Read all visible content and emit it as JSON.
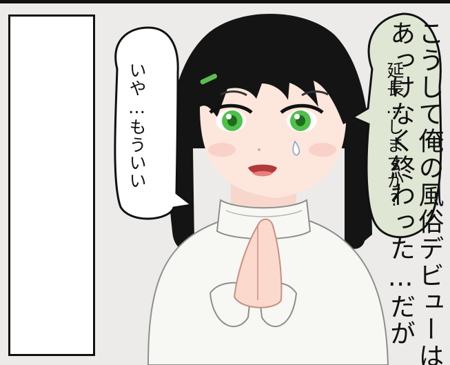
{
  "narration": {
    "text": "こうして俺の風俗デビューは\nあっけなく終わった…だが…"
  },
  "speech_left": {
    "text": "いや…もういい"
  },
  "speech_right": {
    "text": "延長…しますか?"
  },
  "colors": {
    "panel_bg": "#ecebea",
    "speech_right_fill": "#dfe6d3",
    "hair": "#141414",
    "eyes": "#4fc04c",
    "sweater": "#f7f7f4",
    "skin": "#fde6dc"
  }
}
